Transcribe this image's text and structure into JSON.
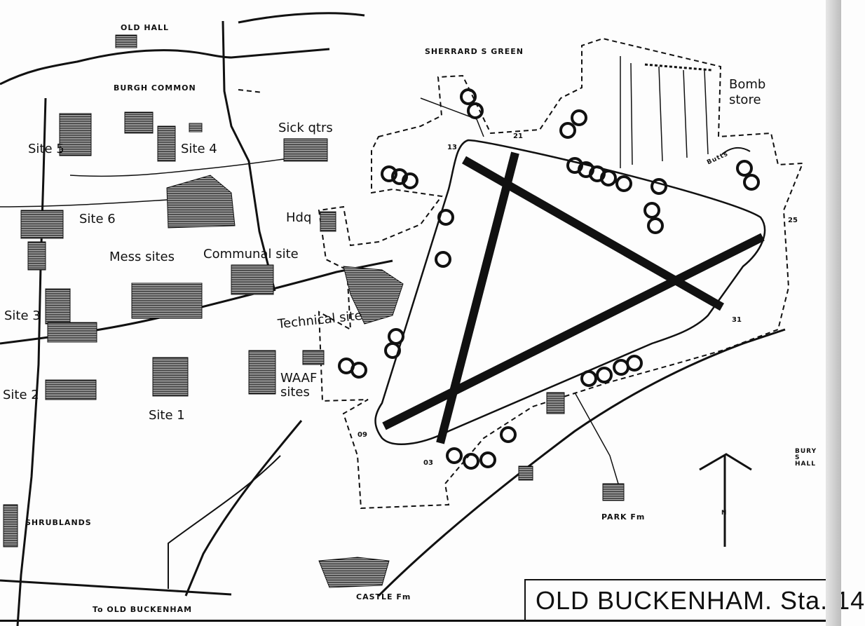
{
  "map": {
    "title": "OLD BUCKENHAM. Sta. 14",
    "places": {
      "old_hall": "OLD HALL",
      "burgh_common": "BURGH COMMON",
      "sherrards_green": "SHERRARD S GREEN",
      "shrublands": "SHRUBLANDS",
      "to_old_buckenham": "To OLD BUCKENHAM",
      "castle_fm": "CASTLE Fm",
      "park_fm": "PARK Fm",
      "burys_hall": "BURY S HALL"
    },
    "sites": {
      "site_5": "Site 5",
      "site_4": "Site 4",
      "site_6": "Site 6",
      "site_3": "Site 3",
      "site_2": "Site 2",
      "site_1": "Site 1",
      "sick_qtrs": "Sick qtrs",
      "hdq": "Hdq",
      "mess_sites": "Mess sites",
      "communal_site": "Communal site",
      "technical_site": "Technical site",
      "waaf_sites": "WAAF\nsites",
      "bomb_store": "Bomb\nstore",
      "butts": "Butts"
    },
    "runways": [
      "13",
      "21",
      "25",
      "31",
      "03",
      "09"
    ],
    "north_marker": "N"
  }
}
